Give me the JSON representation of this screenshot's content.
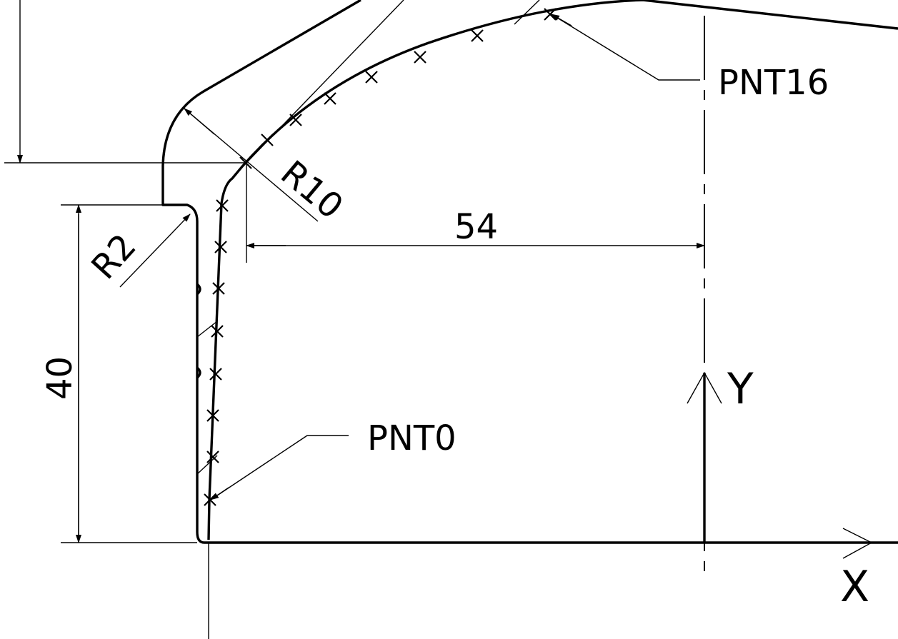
{
  "labels": {
    "r10": "R10",
    "r2": "R2",
    "dim54": "54",
    "dim40": "40",
    "pnt16": "PNT16",
    "pnt0": "PNT0",
    "x_axis": "X",
    "y_axis": "Y"
  }
}
